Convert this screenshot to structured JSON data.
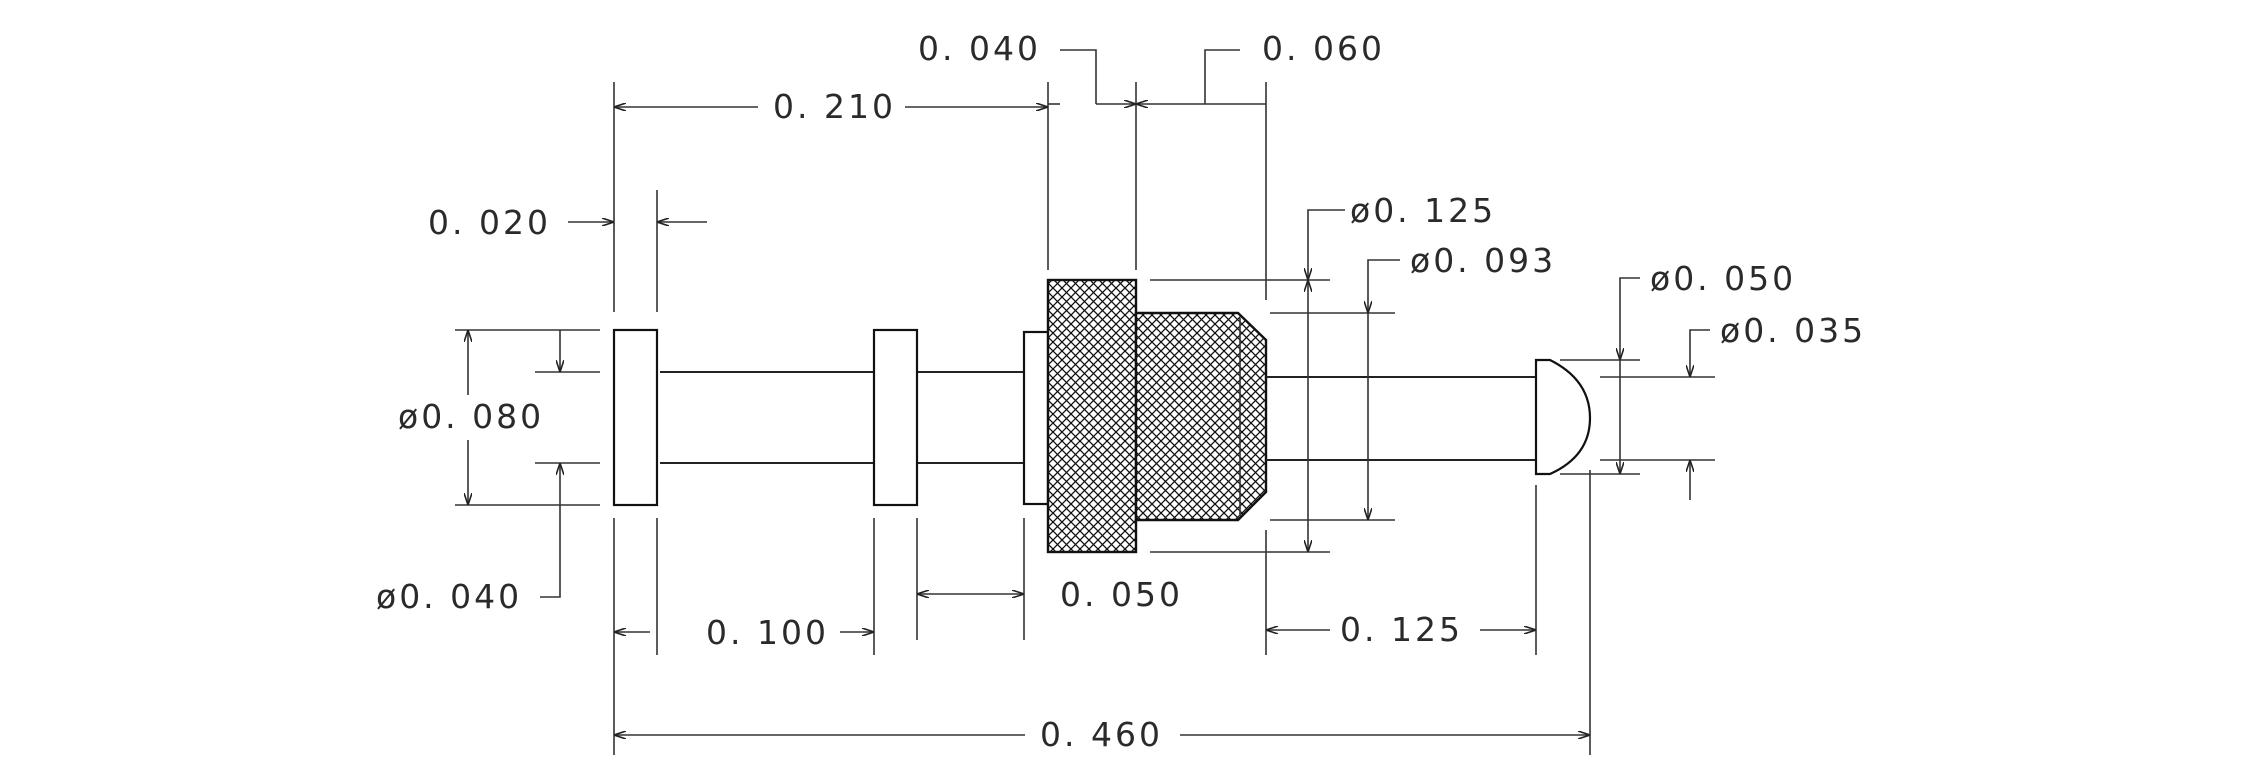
{
  "dimensions": {
    "d_0040_top": "0. 040",
    "d_0060_top": "0. 060",
    "d_0210": "0. 210",
    "d_0020": "0. 020",
    "d_dia0125": "ø0. 125",
    "d_dia0093": "ø0. 093",
    "d_dia0050": "ø0. 050",
    "d_dia0035": "ø0. 035",
    "d_dia0080": "ø0. 080",
    "d_dia0040": "ø0. 040",
    "d_0100": "0. 100",
    "d_0050": "0. 050",
    "d_0125": "0. 125",
    "d_0460": "0. 460"
  }
}
